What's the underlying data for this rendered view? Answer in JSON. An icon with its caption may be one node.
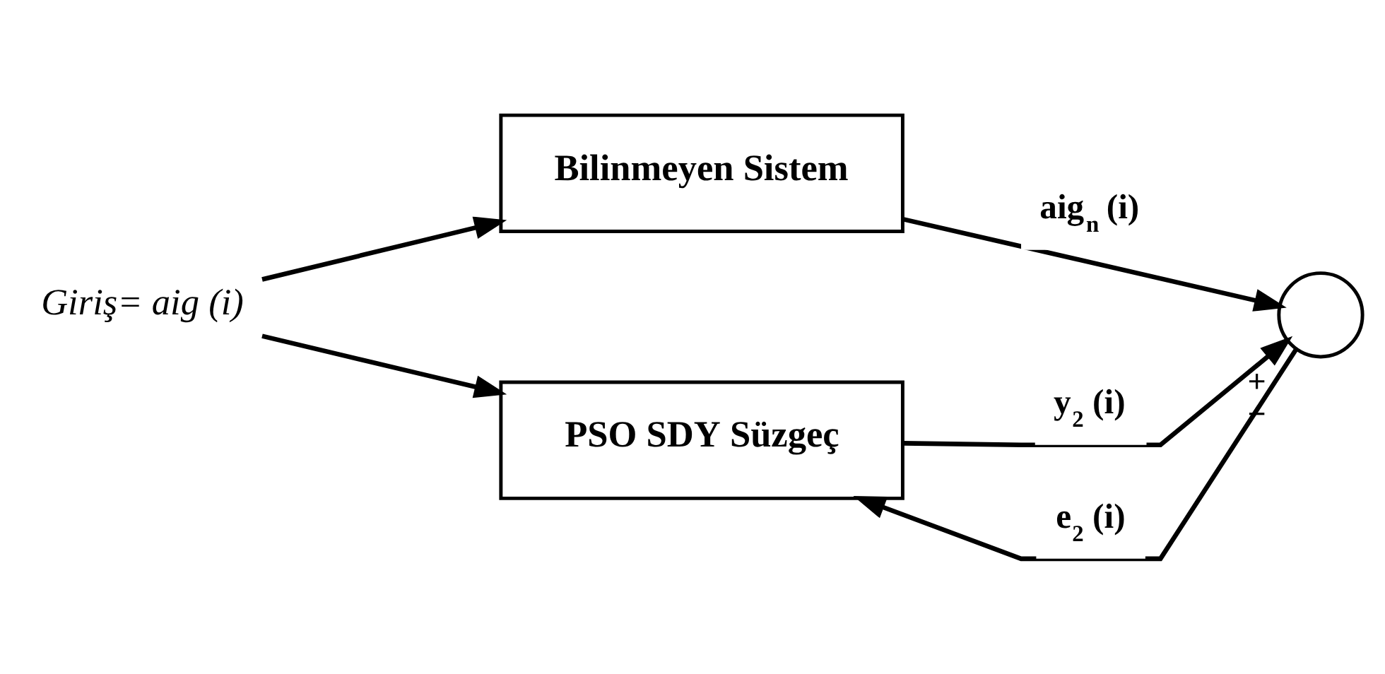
{
  "diagram": {
    "nodes": [
      {
        "text": [
          "Giriş= aig (i)"
        ]
      },
      {
        "text": [
          "Bilinmeyen Sistem"
        ]
      },
      {
        "text": [
          "PSO SDY Süzgeç"
        ]
      },
      {
        "text": [],
        "shape": "circle",
        "beside": [
          "+",
          "−"
        ]
      }
    ],
    "edges": [
      {
        "from": 0,
        "to": 1,
        "arrow": "to"
      },
      {
        "from": 0,
        "to": 2,
        "arrow": "to"
      },
      {
        "from": 1,
        "to": 3,
        "arrow": "to",
        "label": "aig$_{n}$ (i)"
      },
      {
        "from": 2,
        "to": 3,
        "arrow": "to",
        "label": "y$_{2}$ (i)"
      },
      {
        "from": 3,
        "to": 2,
        "arrow": "to",
        "label": "e$_{2}$ (i)"
      }
    ]
  }
}
